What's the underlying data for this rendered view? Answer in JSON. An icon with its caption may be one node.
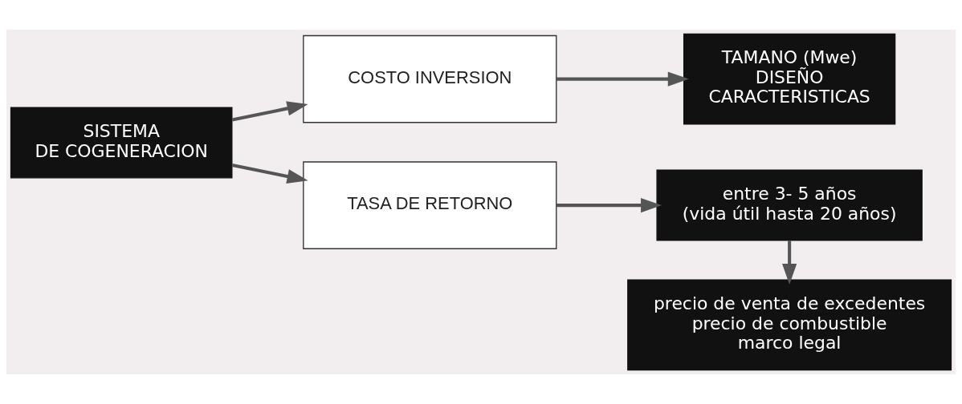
{
  "diagram": {
    "nodes": [
      {
        "text": [
          "SISTEMA DE COGENERACION"
        ]
      },
      {
        "text": [
          "COSTO INVERSION"
        ]
      },
      {
        "text": [
          "TAMANO (Mwe) DISEÑO CARACTERISTICAS"
        ]
      },
      {
        "text": [
          "TASA DE RETORNO"
        ]
      },
      {
        "text": [
          "entre 3- 5 años (vida útil hasta 20 años)"
        ]
      },
      {
        "text": [
          "precio de venta de excedentes precio de combustible marco legal"
        ]
      }
    ],
    "edges": [
      {
        "from": 0,
        "to": 1,
        "arrow": "to"
      },
      {
        "from": 0,
        "to": 3,
        "arrow": "to"
      },
      {
        "from": 1,
        "to": 2,
        "arrow": "to"
      },
      {
        "from": 3,
        "to": 4,
        "arrow": "to"
      },
      {
        "from": 4,
        "to": 5,
        "arrow": "to"
      }
    ]
  }
}
